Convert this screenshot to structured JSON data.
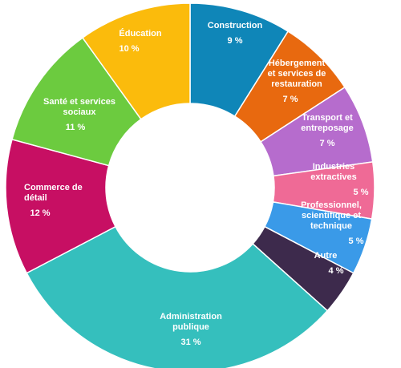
{
  "chart_data": {
    "type": "pie",
    "donut": true,
    "title": "",
    "slices": [
      {
        "label": "Construction",
        "value": 9,
        "display": "9 %",
        "color": "#0f86b8"
      },
      {
        "label": "Hébergement et services de restauration",
        "value": 7,
        "display": "7 %",
        "color": "#e8690f"
      },
      {
        "label": "Transport et entreposage",
        "value": 7,
        "display": "7 %",
        "color": "#b66ccd"
      },
      {
        "label": "Industries extractives",
        "value": 5,
        "display": "5 %",
        "color": "#ef6a96"
      },
      {
        "label": "Professionnel, scientifique et technique",
        "value": 5,
        "display": "5 %",
        "color": "#3a9ae8"
      },
      {
        "label": "Autre",
        "value": 4,
        "display": "4 %",
        "color": "#3d2a4c"
      },
      {
        "label": "Administration publique",
        "value": 31,
        "display": "31 %",
        "color": "#35bfbd"
      },
      {
        "label": "Commerce de détail",
        "value": 12,
        "display": "12 %",
        "color": "#c70f63"
      },
      {
        "label": "Santé et services sociaux",
        "value": 11,
        "display": "11 %",
        "color": "#6ccb3f"
      },
      {
        "label": "Éducation",
        "value": 10,
        "display": "10 %",
        "color": "#fbbb0c"
      }
    ]
  }
}
